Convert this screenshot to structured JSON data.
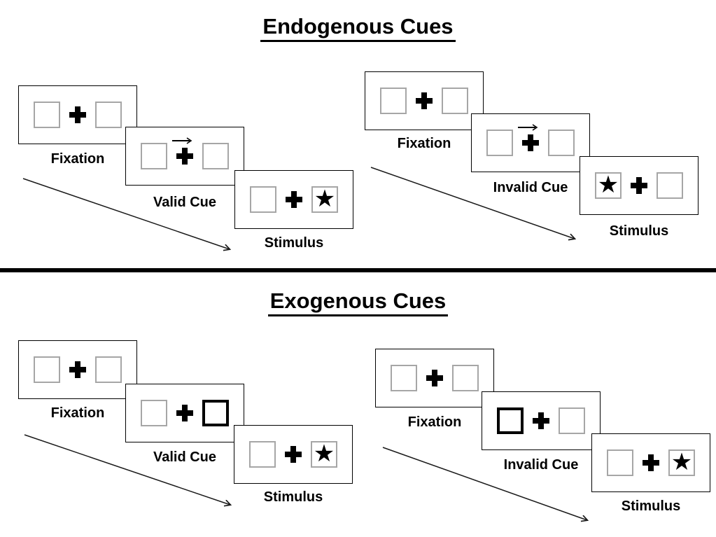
{
  "colors": {
    "background": "#ffffff",
    "panel_border": "#000000",
    "placeholder_box_border": "#a6a6a6",
    "cue_box_border": "#000000",
    "ink": "#000000"
  },
  "symbols": {
    "star": "★"
  },
  "sections": [
    {
      "title": "Endogenous Cues",
      "cue_kind": "central-arrow",
      "sequences": [
        {
          "name": "valid-trial",
          "panels": [
            {
              "label": "Fixation",
              "type": "fixation"
            },
            {
              "label": "Valid Cue",
              "type": "arrow-cue",
              "cue_direction": "right"
            },
            {
              "label": "Stimulus",
              "type": "stimulus",
              "target_side": "right"
            }
          ]
        },
        {
          "name": "invalid-trial",
          "panels": [
            {
              "label": "Fixation",
              "type": "fixation"
            },
            {
              "label": "Invalid Cue",
              "type": "arrow-cue",
              "cue_direction": "right"
            },
            {
              "label": "Stimulus",
              "type": "stimulus",
              "target_side": "left"
            }
          ]
        }
      ]
    },
    {
      "title": "Exogenous Cues",
      "cue_kind": "peripheral-box",
      "sequences": [
        {
          "name": "valid-trial",
          "panels": [
            {
              "label": "Fixation",
              "type": "fixation"
            },
            {
              "label": "Valid Cue",
              "type": "box-cue",
              "cue_side": "right"
            },
            {
              "label": "Stimulus",
              "type": "stimulus",
              "target_side": "right"
            }
          ]
        },
        {
          "name": "invalid-trial",
          "panels": [
            {
              "label": "Fixation",
              "type": "fixation"
            },
            {
              "label": "Invalid Cue",
              "type": "box-cue",
              "cue_side": "left"
            },
            {
              "label": "Stimulus",
              "type": "stimulus",
              "target_side": "right"
            }
          ]
        }
      ]
    }
  ]
}
